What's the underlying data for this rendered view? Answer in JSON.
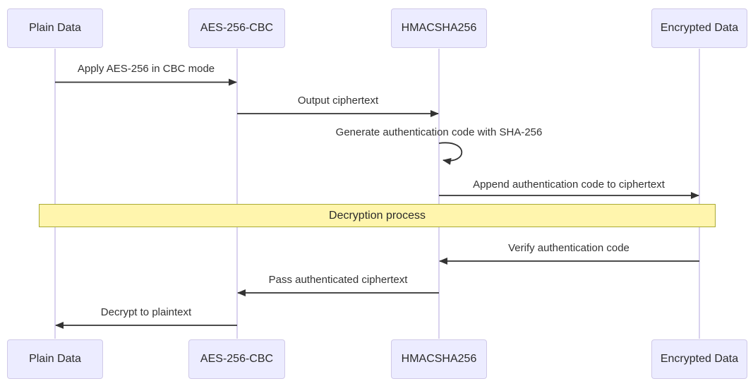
{
  "diagram": {
    "type": "sequence-diagram",
    "actors": [
      {
        "label": "Plain Data"
      },
      {
        "label": "AES-256-CBC"
      },
      {
        "label": "HMACSHA256"
      },
      {
        "label": "Encrypted Data"
      }
    ],
    "messages": [
      {
        "label": "Apply AES-256 in CBC mode",
        "from": "Plain Data",
        "to": "AES-256-CBC",
        "direction": "right"
      },
      {
        "label": "Output ciphertext",
        "from": "AES-256-CBC",
        "to": "HMACSHA256",
        "direction": "right"
      },
      {
        "label": "Generate authentication code with SHA-256",
        "from": "HMACSHA256",
        "to": "HMACSHA256",
        "direction": "self"
      },
      {
        "label": "Append authentication code to ciphertext",
        "from": "HMACSHA256",
        "to": "Encrypted Data",
        "direction": "right"
      },
      {
        "label": "Verify authentication code",
        "from": "Encrypted Data",
        "to": "HMACSHA256",
        "direction": "left"
      },
      {
        "label": "Pass authenticated ciphertext",
        "from": "HMACSHA256",
        "to": "AES-256-CBC",
        "direction": "left"
      },
      {
        "label": "Decrypt to plaintext",
        "from": "AES-256-CBC",
        "to": "Plain Data",
        "direction": "left"
      }
    ],
    "note": {
      "label": "Decryption process",
      "over": "all"
    },
    "colors": {
      "actor_fill": "#ECECFF",
      "actor_border": "#d0c9e8",
      "note_fill": "#fff5ad",
      "note_border": "#aaaa33",
      "lifeline": "#d9d2ef",
      "arrow": "#333333",
      "text": "#333333",
      "background": "#ffffff"
    }
  }
}
